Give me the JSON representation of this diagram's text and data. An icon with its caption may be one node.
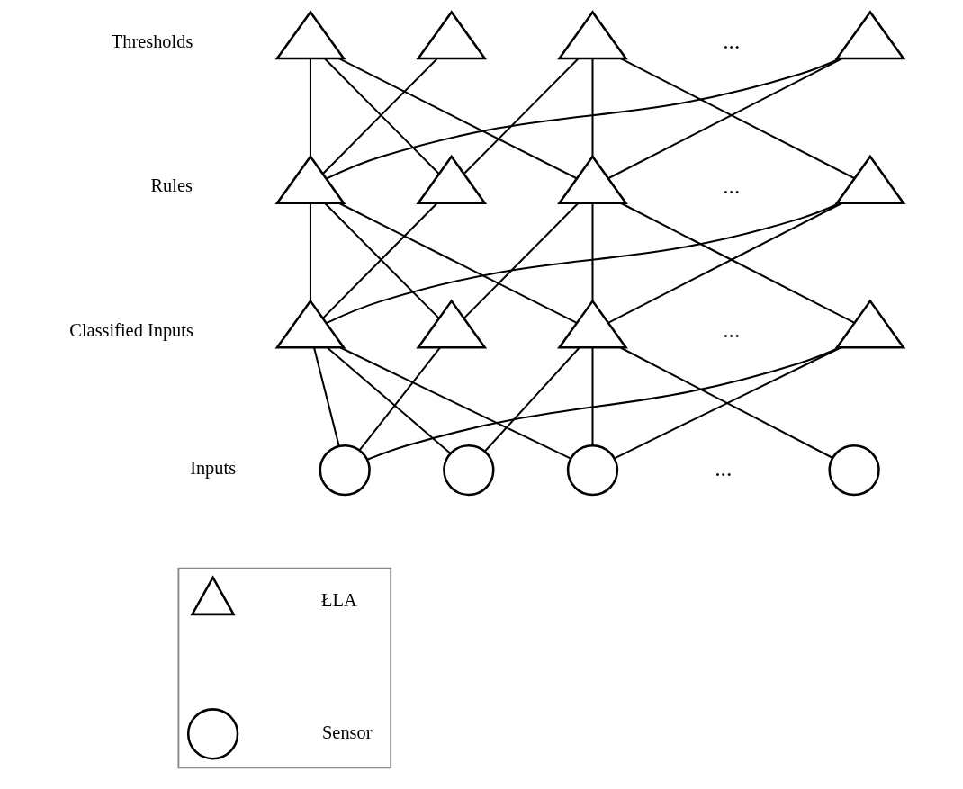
{
  "diagram": {
    "nodes": [
      {
        "text": [],
        "shape": "triangle"
      },
      {
        "text": [],
        "shape": "triangle"
      },
      {
        "text": [],
        "shape": "triangle"
      },
      {
        "text": [],
        "shape": "triangle"
      },
      {
        "text": [],
        "shape": "triangle"
      },
      {
        "text": [],
        "shape": "triangle"
      },
      {
        "text": [],
        "shape": "triangle"
      },
      {
        "text": [],
        "shape": "triangle"
      },
      {
        "text": [],
        "shape": "triangle"
      },
      {
        "text": [],
        "shape": "triangle"
      },
      {
        "text": [],
        "shape": "triangle"
      },
      {
        "text": [],
        "shape": "triangle"
      },
      {
        "text": [],
        "shape": "circle"
      },
      {
        "text": [],
        "shape": "circle"
      },
      {
        "text": [],
        "shape": "circle"
      },
      {
        "text": [],
        "shape": "circle"
      },
      {
        "text": [],
        "shape": "box"
      },
      {
        "text": [],
        "shape": "triangle",
        "in": 16
      },
      {
        "text": [],
        "shape": "circle",
        "in": 16
      }
    ],
    "edges": [
      {
        "from": 0,
        "to": 4,
        "arrow": "none"
      },
      {
        "from": 0,
        "to": 5,
        "arrow": "none"
      },
      {
        "from": 0,
        "to": 6,
        "arrow": "none"
      },
      {
        "from": 1,
        "to": 4,
        "arrow": "none"
      },
      {
        "from": 2,
        "to": 5,
        "arrow": "none"
      },
      {
        "from": 2,
        "to": 6,
        "arrow": "none"
      },
      {
        "from": 2,
        "to": 7,
        "arrow": "none"
      },
      {
        "from": 3,
        "to": 4,
        "arrow": "none"
      },
      {
        "from": 3,
        "to": 6,
        "arrow": "none"
      },
      {
        "from": 4,
        "to": 8,
        "arrow": "none"
      },
      {
        "from": 4,
        "to": 9,
        "arrow": "none"
      },
      {
        "from": 4,
        "to": 10,
        "arrow": "none"
      },
      {
        "from": 5,
        "to": 8,
        "arrow": "none"
      },
      {
        "from": 6,
        "to": 9,
        "arrow": "none"
      },
      {
        "from": 6,
        "to": 10,
        "arrow": "none"
      },
      {
        "from": 6,
        "to": 11,
        "arrow": "none"
      },
      {
        "from": 7,
        "to": 8,
        "arrow": "none"
      },
      {
        "from": 7,
        "to": 10,
        "arrow": "none"
      },
      {
        "from": 8,
        "to": 12,
        "arrow": "none"
      },
      {
        "from": 8,
        "to": 13,
        "arrow": "none"
      },
      {
        "from": 8,
        "to": 14,
        "arrow": "none"
      },
      {
        "from": 9,
        "to": 12,
        "arrow": "none"
      },
      {
        "from": 10,
        "to": 13,
        "arrow": "none"
      },
      {
        "from": 10,
        "to": 14,
        "arrow": "none"
      },
      {
        "from": 10,
        "to": 15,
        "arrow": "none"
      },
      {
        "from": 11,
        "to": 12,
        "arrow": "none"
      },
      {
        "from": 11,
        "to": 14,
        "arrow": "none"
      }
    ],
    "labels": [
      "Thresholds",
      "...",
      "Rules",
      "...",
      "Classified Inputs",
      "...",
      "Inputs",
      "..."
    ],
    "legend": [
      {
        "text": "ŁLA"
      },
      {
        "text": "Sensor"
      }
    ]
  }
}
